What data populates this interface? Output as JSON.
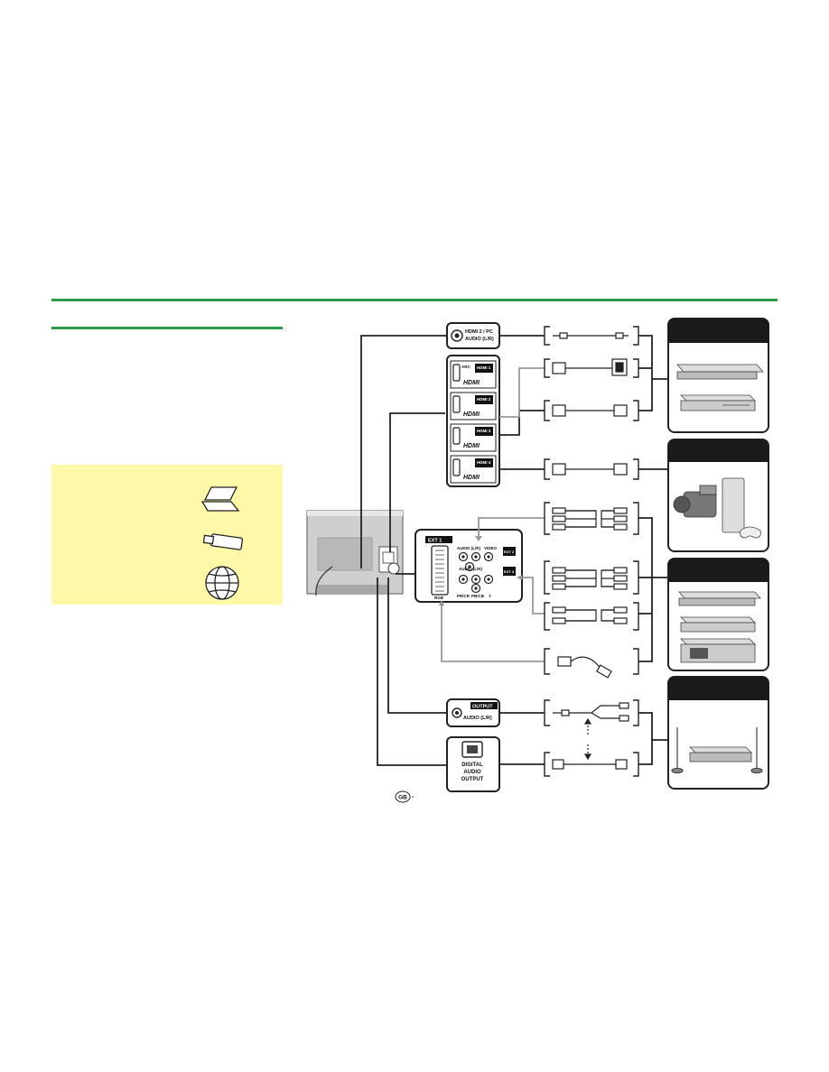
{
  "colors": {
    "accent_green": "#2e9c48",
    "note_yellow": "#fef8a9",
    "panel_dark": "#1a1a1a",
    "line": "#222222",
    "grey_line": "#999999"
  },
  "ports": {
    "hdmi2_pc_audio": [
      "HDMI 2 / PC",
      "AUDIO (L/R)"
    ],
    "hdmi_labels": [
      "HDMI 1",
      "HDMI 2",
      "HDMI 3",
      "HDMI 4"
    ],
    "arc": "ARC",
    "hdmi_logo": "HDMI",
    "ext1": "EXT 1",
    "ext2": "EXT 2",
    "ext3": "EXT 3",
    "ext2_audio": "AUDIO (L/R)",
    "ext2_video": "VIDEO",
    "ext3_audio": "AUDIO (L/R)",
    "rgb": "RGB",
    "pr_cr": "PR/CR",
    "pb_cb": "PB/CB",
    "y": "Y",
    "output": "OUTPUT",
    "output_audio": "AUDIO (L/R)",
    "digital_audio": [
      "DIGITAL",
      "AUDIO",
      "OUTPUT"
    ]
  },
  "icons": [
    "laptop-icon",
    "usb-stick-icon",
    "globe-icon",
    "camcorder-icon",
    "game-console-icon",
    "bd-player-icon",
    "dvd-player-icon",
    "vcr-icon",
    "av-receiver-icon",
    "speaker-icon"
  ],
  "footer": {
    "region_badge": "GB",
    "dash": "-"
  }
}
